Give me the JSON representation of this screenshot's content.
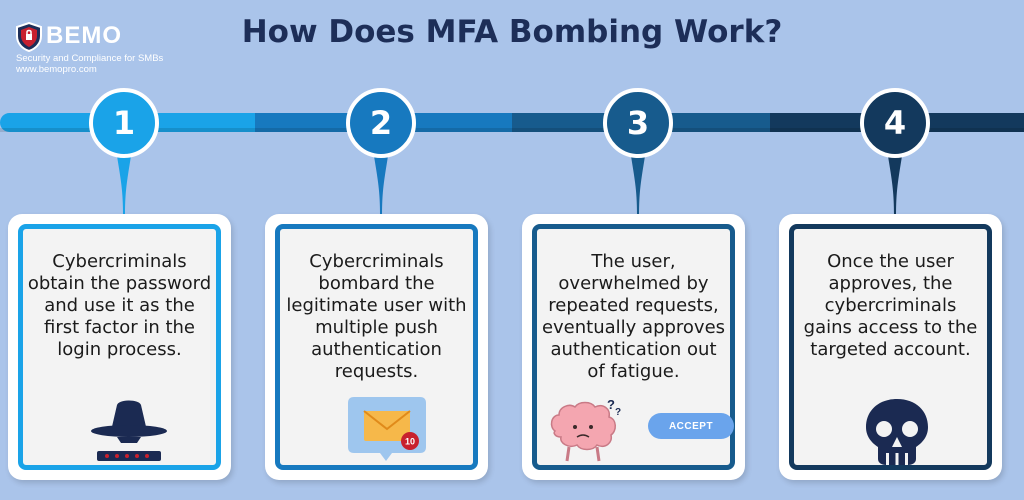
{
  "brand": {
    "name": "BEMO",
    "tagline": "Security and Compliance for SMBs",
    "url": "www.bemopro.com"
  },
  "title": "How Does MFA Bombing Work?",
  "colors": {
    "background": "#aac4ea",
    "title": "#1d2e58",
    "step1": "#1aa3e8",
    "step2": "#1779bf",
    "step3": "#175b8d",
    "step4": "#13395d"
  },
  "steps": [
    {
      "number": "1",
      "text": "Cybercriminals obtain the password and use it as the first factor in the login process.",
      "icon": "hacker-icon"
    },
    {
      "number": "2",
      "text": "Cybercriminals bombard the legitimate user with multiple push authentication requests.",
      "icon": "envelope-notification-icon",
      "badge": "10"
    },
    {
      "number": "3",
      "text": "The user, overwhelmed by repeated requests, eventually approves authentication out of fatigue.",
      "icon": "confused-brain-icon",
      "button": "ACCEPT"
    },
    {
      "number": "4",
      "text": "Once the user approves, the cybercriminals gains access to the targeted account.",
      "icon": "skull-icon"
    }
  ]
}
